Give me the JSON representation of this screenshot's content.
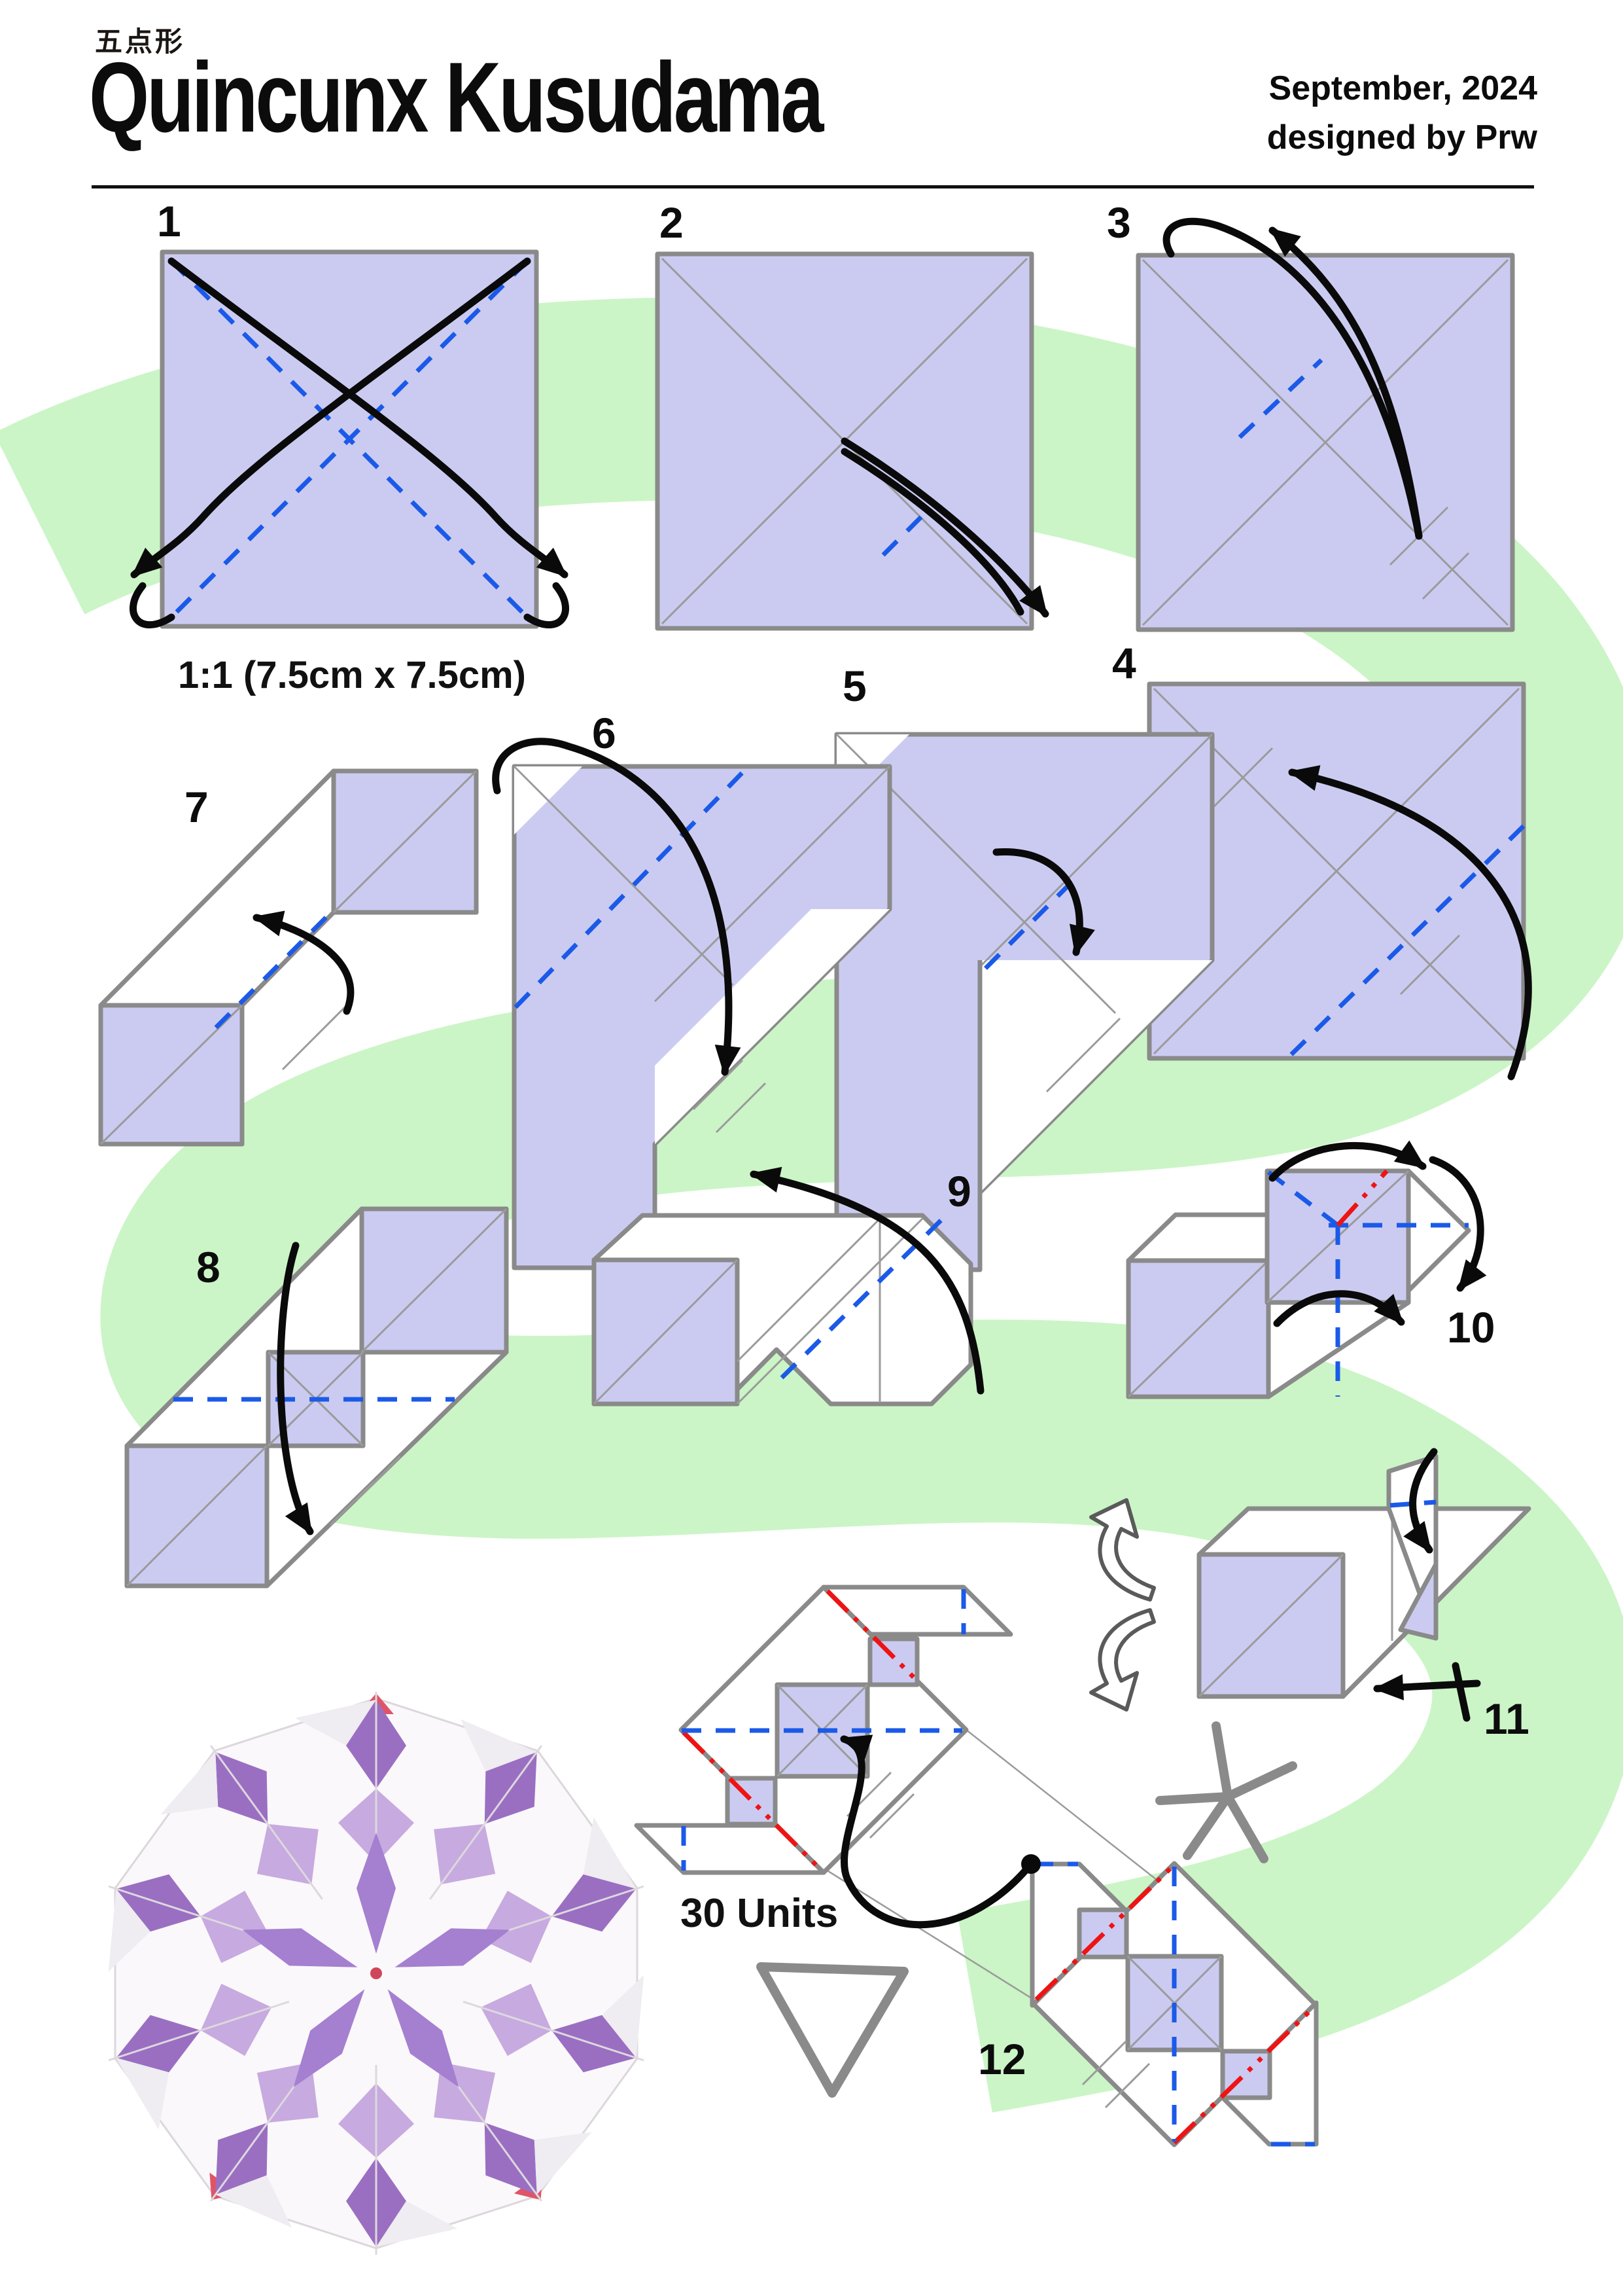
{
  "header": {
    "series_jp": "五点形",
    "title": "Quincunx Kusudama",
    "date": "September, 2024",
    "byline": "designed by Prw"
  },
  "captions": {
    "paper_size": "1:1 (7.5cm x 7.5cm)",
    "units": "30 Units"
  },
  "steps": [
    {
      "label": "1"
    },
    {
      "label": "2"
    },
    {
      "label": "3"
    },
    {
      "label": "4"
    },
    {
      "label": "5"
    },
    {
      "label": "6"
    },
    {
      "label": "7"
    },
    {
      "label": "8"
    },
    {
      "label": "9"
    },
    {
      "label": "10"
    },
    {
      "label": "11"
    },
    {
      "label": "12"
    }
  ],
  "icons": {
    "valley_fold": "blue-dashed-line",
    "mountain_fold": "red-dash-dot-line",
    "fold_arrow": "black-curved-arrow",
    "turn_over": "outlined-double-curved-arrow",
    "rotate_mark": "five-point-asterisk",
    "triangle_mark": "open-triangle",
    "insert_start": "black-dot"
  },
  "colors": {
    "paper": "#cbcbf2",
    "outline": "#8a8a8a",
    "crease": "#9b9b9b",
    "valley_blue": "#1b5ae8",
    "mountain_red": "#ee1414",
    "ribbon_green": "#cbf5c6",
    "arrow_black": "#0a0a0a",
    "photo_purple": "#9a6fc2",
    "photo_purple_light": "#c7aadf",
    "photo_red": "#df5568"
  }
}
